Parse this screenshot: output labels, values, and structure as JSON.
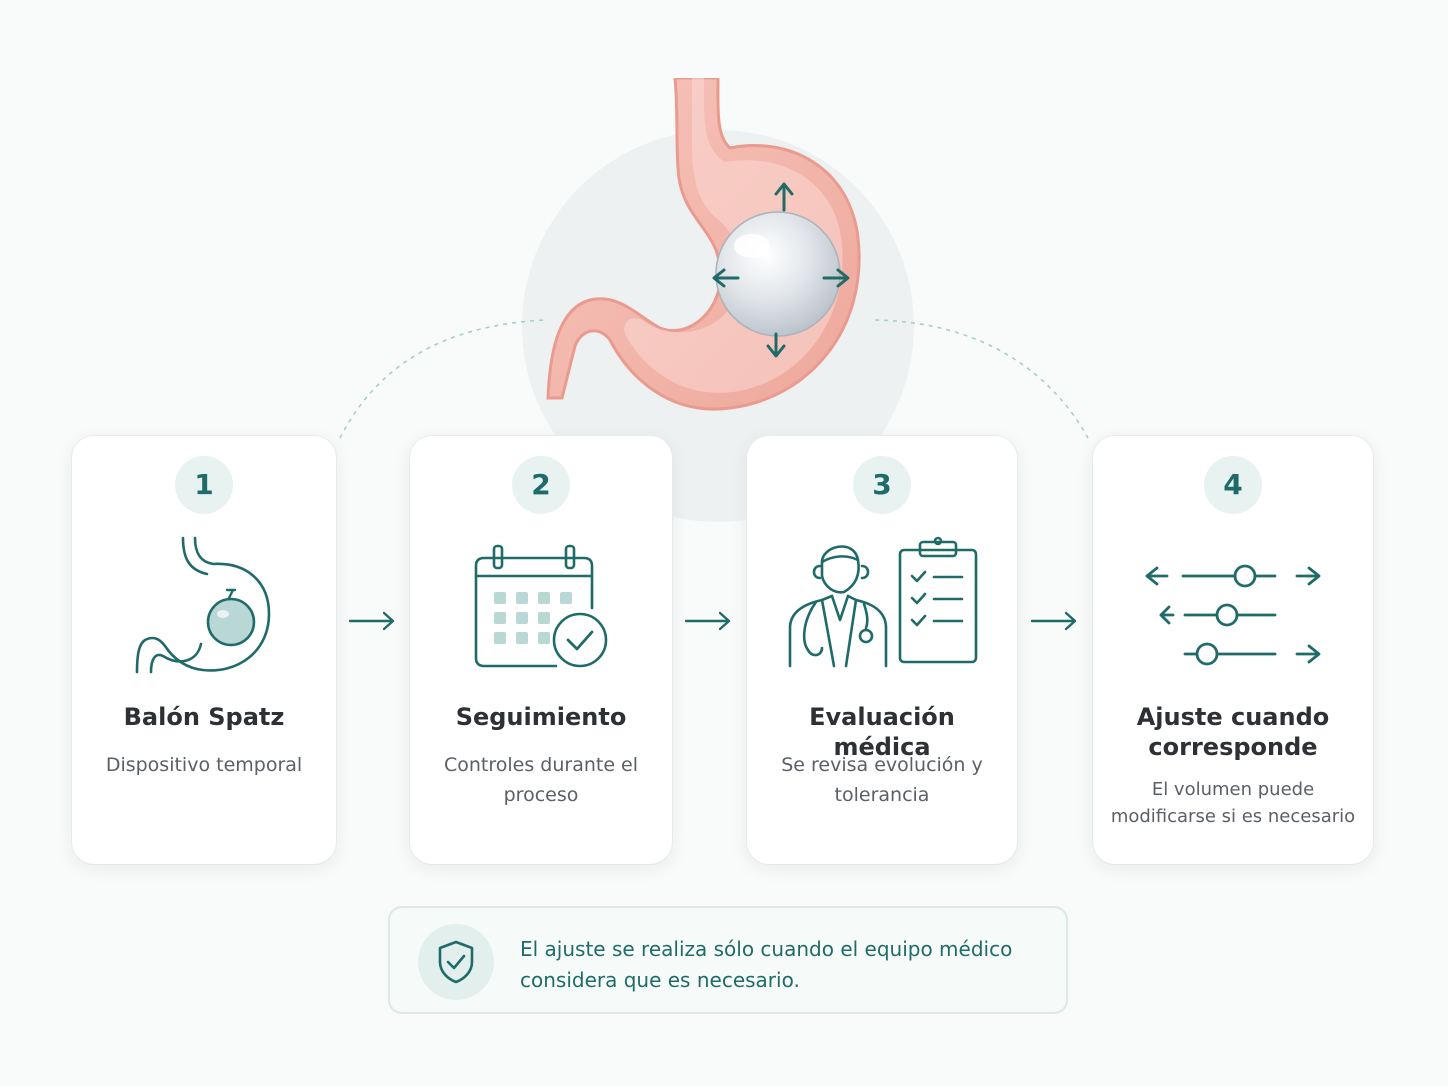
{
  "steps": [
    {
      "number": "1",
      "title": "Balón Spatz",
      "description": "Dispositivo temporal",
      "icon": "stomach-balloon-icon"
    },
    {
      "number": "2",
      "title": "Seguimiento",
      "description": "Controles durante el proceso",
      "icon": "calendar-check-icon"
    },
    {
      "number": "3",
      "title": "Evaluación médica",
      "description": "Se revisa evolución y tolerancia",
      "icon": "doctor-clipboard-icon"
    },
    {
      "number": "4",
      "title": "Ajuste cuando corresponde",
      "description": "El volumen puede modificarse si es necesario",
      "icon": "adjustment-sliders-icon"
    }
  ],
  "note": {
    "text": "El ajuste se realiza sólo cuando el equipo médico considera que es necesario.",
    "icon": "shield-check-icon"
  },
  "colors": {
    "accent": "#1f6b69",
    "badge_bg": "#e8f2f1",
    "stomach": "#f2b7ad",
    "background": "#f9fafa"
  }
}
